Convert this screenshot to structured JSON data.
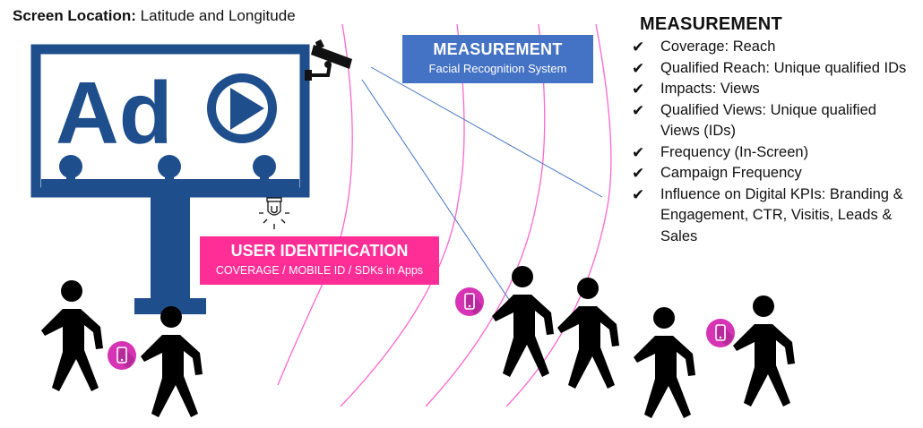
{
  "screen_location": {
    "label": "Screen Location:",
    "value": "Latitude and Longitude"
  },
  "billboard": {
    "ad_text": "Ad",
    "play_icon": "play-circle-icon",
    "color": "#1f4e8c"
  },
  "camera": {
    "icon": "security-camera-icon"
  },
  "sensor": {
    "icon": "beacon-sensor-icon"
  },
  "measurement_box": {
    "title": "MEASUREMENT",
    "subtitle": "Facial Recognition System",
    "color": "#4472c4"
  },
  "user_identification_box": {
    "title": "USER IDENTIFICATION",
    "subtitle": "COVERAGE / MOBILE ID / SDKs in Apps",
    "color": "#ff2d96"
  },
  "measurement_list": {
    "title": "MEASUREMENT",
    "check_glyph": "✔",
    "items": [
      "Coverage: Reach",
      "Qualified Reach: Unique qualified IDs",
      "Impacts: Views",
      "Qualified Views: Unique qualified Views (IDs)",
      "Frequency (In-Screen)",
      "Campaign Frequency",
      "Influence on Digital KPIs: Branding & Engagement, CTR, Visitis, Leads & Sales"
    ]
  },
  "people": {
    "icon": "walking-person-icon",
    "phone_icon": "smartphone-icon",
    "phone_badge_color": "#d633b5"
  },
  "signal_arcs": {
    "color": "#ff66d0"
  },
  "camera_rays": {
    "color": "#4472c4"
  }
}
